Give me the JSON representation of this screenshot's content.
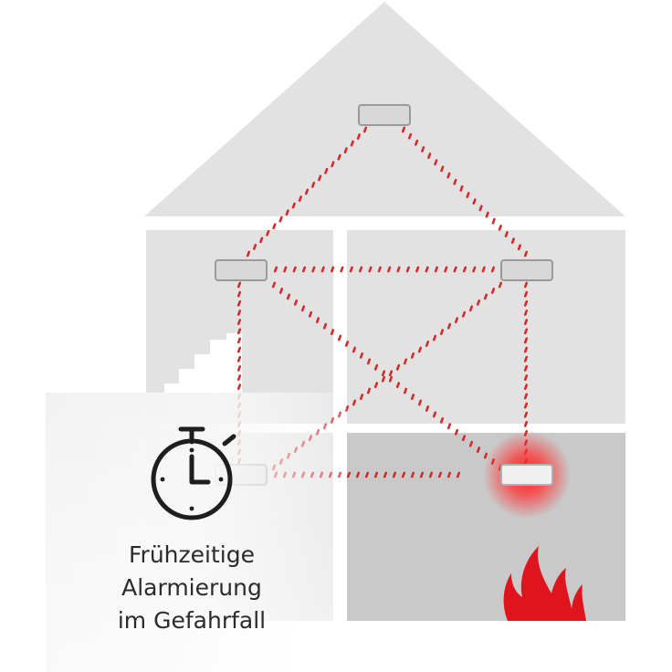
{
  "caption": {
    "line1": "Frühzeitige",
    "line2": "Alarmierung",
    "line3": "im Gefahrfall"
  },
  "colors": {
    "house_fill": "#e2e2e2",
    "fire_room_fill": "#c9c9c9",
    "wall_white": "#ffffff",
    "signal_red": "#d42a2a",
    "alarm_glow": "#ff2a2a",
    "flame_red": "#e0141c",
    "detector_fill": "#d8d8d8",
    "detector_stroke": "#9a9a9a",
    "icon_stroke": "#1e1e1e"
  },
  "icons": {
    "stopwatch": "stopwatch-icon",
    "fire": "fire-icon"
  }
}
